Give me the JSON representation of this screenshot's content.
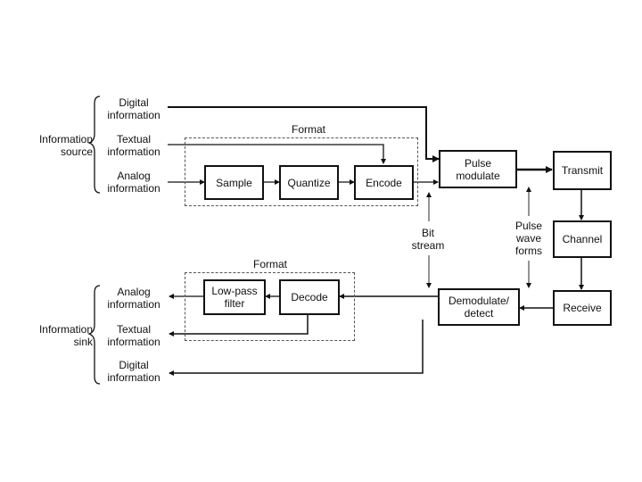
{
  "source": {
    "label": "Information\nsource",
    "digital": "Digital\ninformation",
    "textual": "Textual\ninformation",
    "analog": "Analog\ninformation"
  },
  "sink": {
    "label": "Information\nsink",
    "analog": "Analog\ninformation",
    "textual": "Textual\ninformation",
    "digital": "Digital\ninformation"
  },
  "format_top": {
    "title": "Format",
    "sample": "Sample",
    "quantize": "Quantize",
    "encode": "Encode"
  },
  "format_bottom": {
    "title": "Format",
    "lowpass": "Low-pass\nfilter",
    "decode": "Decode"
  },
  "blocks": {
    "pulse_modulate": "Pulse\nmodulate",
    "transmit": "Transmit",
    "channel": "Channel",
    "receive": "Receive",
    "demodulate": "Demodulate/\ndetect"
  },
  "annotations": {
    "bit_stream": "Bit\nstream",
    "pulse_wave": "Pulse\nwave\nforms"
  }
}
